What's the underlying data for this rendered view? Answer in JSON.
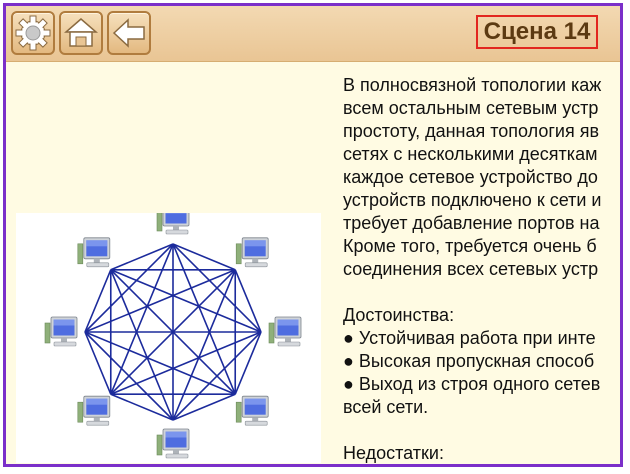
{
  "toolbar": {
    "settings_icon": "gear-icon",
    "home_icon": "home-icon",
    "back_icon": "back-arrow-icon",
    "accent": "#7b2fc9",
    "title_border": "#e2261f"
  },
  "header": {
    "scene_title": "Сцена 14"
  },
  "diagram": {
    "type": "full-mesh topology",
    "nodes": 8,
    "node_icon": "computer-icon",
    "link_color": "#1c2b9c"
  },
  "content": {
    "paragraph_lines": [
      "В полносвязной топологии каж",
      "всем остальным сетевым устр",
      "простоту, данная топология яв",
      "сетях с несколькими десяткам",
      "каждое сетевое устройство до",
      "устройств подключено к сети и",
      "требует добавление портов на",
      "Кроме того, требуется очень б",
      "соединения всех сетевых устр"
    ],
    "advantages_title": "Достоинства:",
    "advantages_lines": [
      "● Устойчивая работа при инте",
      "● Высокая пропускная способ",
      "● Выход из строя одного сетев",
      "всей сети."
    ],
    "disadvantages_title": "Недостатки:"
  }
}
